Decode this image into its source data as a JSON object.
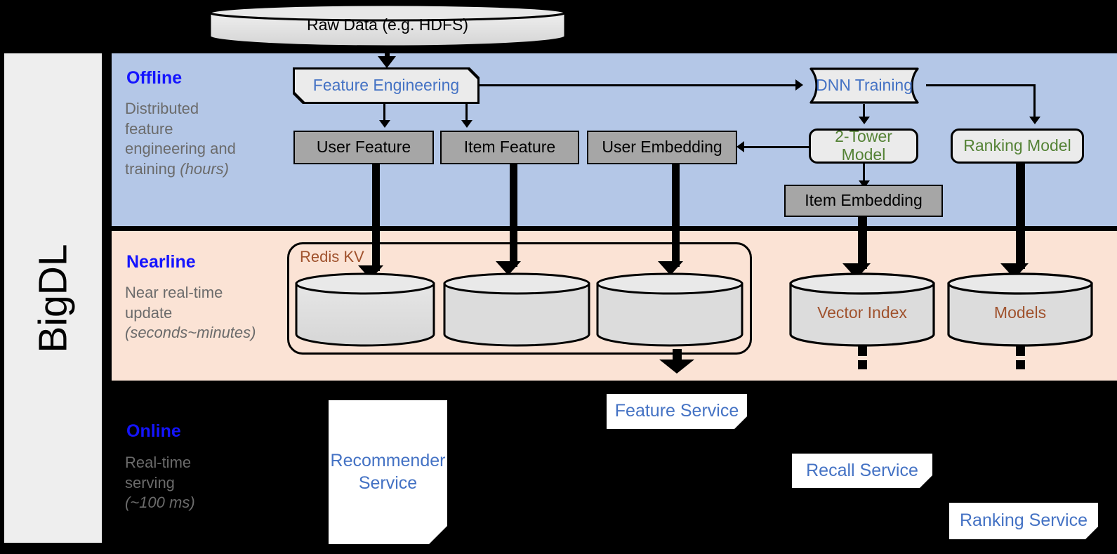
{
  "framework": {
    "name": "BigDL"
  },
  "source": {
    "label": "Raw Data (e.g. HDFS)"
  },
  "bands": {
    "offline": {
      "title": "Offline",
      "subtitle_line1": "Distributed",
      "subtitle_line2": "feature",
      "subtitle_line3": "engineering and",
      "subtitle_line4": "training ",
      "subtitle_emphasis": "(hours)"
    },
    "nearline": {
      "title": "Nearline",
      "subtitle_line1": "Near real-time",
      "subtitle_line2": "update",
      "subtitle_emphasis": "(seconds~minutes)"
    },
    "online": {
      "title": "Online",
      "subtitle_line1": "Real-time",
      "subtitle_line2": "serving",
      "subtitle_emphasis": "(~100 ms)"
    }
  },
  "offline_nodes": {
    "feature_engineering": "Feature Engineering",
    "dnn_training": "DNN Training",
    "user_feature": "User Feature",
    "item_feature": "Item Feature",
    "user_embedding": "User Embedding",
    "two_tower_model": "2-Tower Model",
    "ranking_model": "Ranking Model",
    "item_embedding": "Item Embedding"
  },
  "nearline_nodes": {
    "redis_group": "Redis KV",
    "store_user_feature": "",
    "store_item_feature": "",
    "store_user_embedding": "",
    "vector_index": "Vector Index",
    "models": "Models"
  },
  "online_nodes": {
    "recommender_service_line1": "Recommender",
    "recommender_service_line2": "Service",
    "feature_service": "Feature Service",
    "recall_service": "Recall Service",
    "ranking_service": "Ranking Service"
  },
  "colors": {
    "offline_band": "#b4c7e7",
    "nearline_band": "#fbe3d5",
    "online_band": "#000000",
    "rail": "#eeeeee",
    "band_title": "#1414ff",
    "band_subtitle": "#6b6b6b",
    "blue_text": "#4472c4",
    "green_text": "#548235",
    "brown_text": "#a0522d",
    "gray_box": "#a6a6a6",
    "light_box": "#ebebeb",
    "cylinder": "#d9d9d9"
  }
}
